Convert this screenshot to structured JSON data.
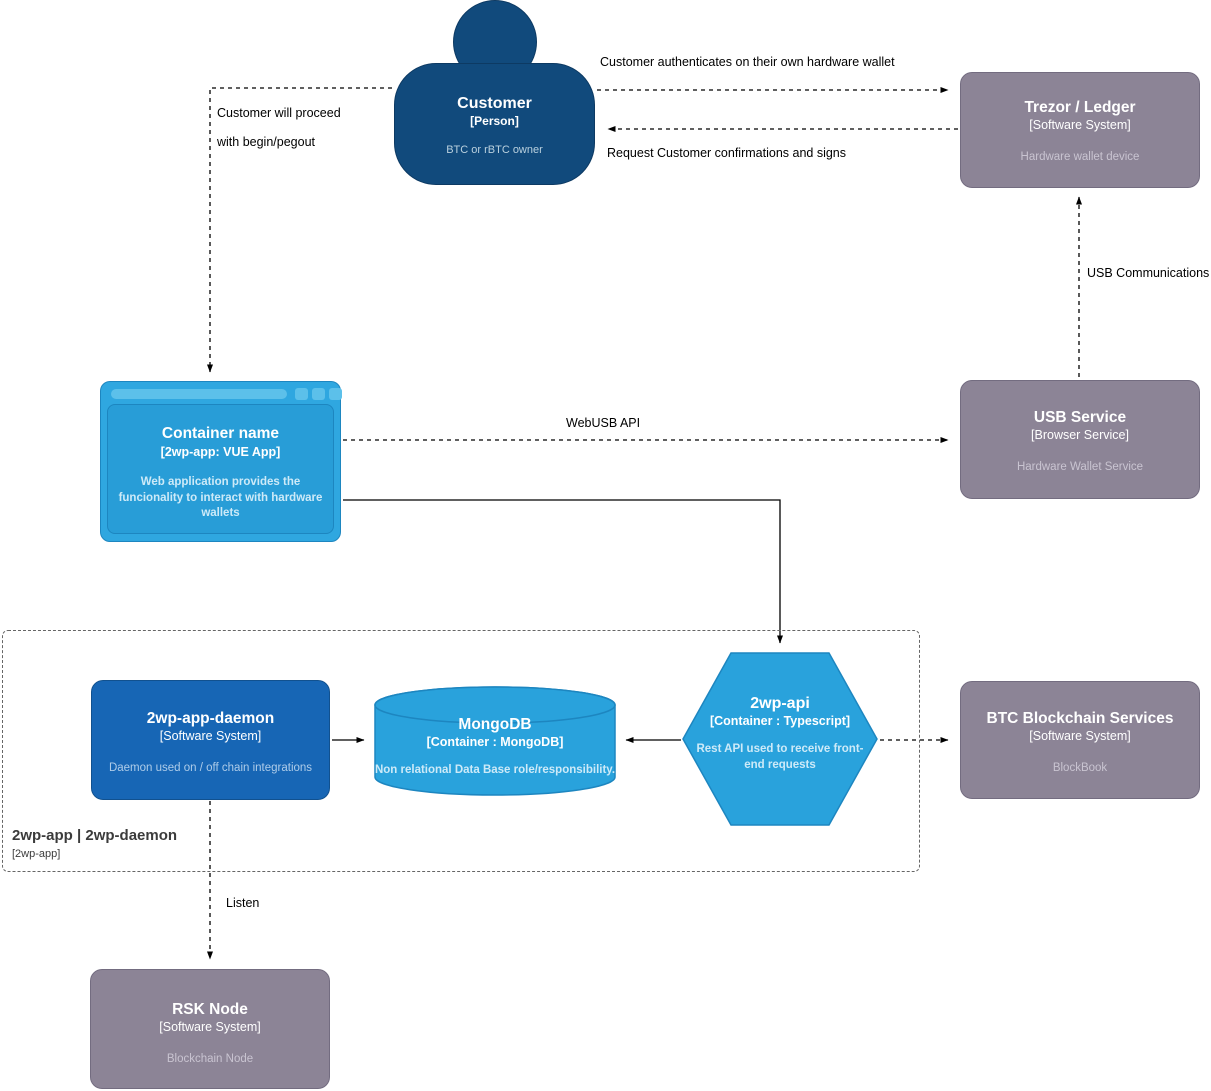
{
  "diagram": {
    "nodes": {
      "customer": {
        "title": "Customer",
        "subtitle": "[Person]",
        "description": "BTC or rBTC owner"
      },
      "trezor": {
        "title": "Trezor / Ledger",
        "subtitle": "[Software System]",
        "description": "Hardware wallet device"
      },
      "container": {
        "title": "Container name",
        "subtitle": "[2wp-app: VUE App]",
        "description": "Web application provides the funcionality to interact with hardware wallets"
      },
      "usb_service": {
        "title": "USB Service",
        "subtitle": "[Browser Service]",
        "description": "Hardware Wallet Service"
      },
      "daemon": {
        "title": "2wp-app-daemon",
        "subtitle": "[Software System]",
        "description": "Daemon used on / off chain integrations"
      },
      "mongodb": {
        "title": "MongoDB",
        "subtitle": "[Container : MongoDB]",
        "description": "Non relational Data Base role/responsibility."
      },
      "api": {
        "title": "2wp-api",
        "subtitle": "[Container : Typescript]",
        "description": "Rest API used to receive front-end requests"
      },
      "btc": {
        "title": "BTC Blockchain Services",
        "subtitle": "[Software System]",
        "description": "BlockBook"
      },
      "rsk": {
        "title": "RSK Node",
        "subtitle": "[Software System]",
        "description": "Blockchain Node"
      }
    },
    "boundary": {
      "title": "2wp-app | 2wp-daemon",
      "subtitle": "[2wp-app]"
    },
    "edge_labels": {
      "authenticate": "Customer authenticates on their own hardware wallet",
      "request_confirm": "Request Customer confirmations and signs",
      "proceed_line1": "Customer will proceed",
      "proceed_line2": "with begin/pegout",
      "webusb": "WebUSB API",
      "usb_comm": "USB Communications",
      "listen": "Listen"
    },
    "colors": {
      "person_blue": "#114a7c",
      "container_blue": "#29a2dc",
      "system_blue": "#1766b5",
      "external_gray": "#8c8496"
    }
  }
}
